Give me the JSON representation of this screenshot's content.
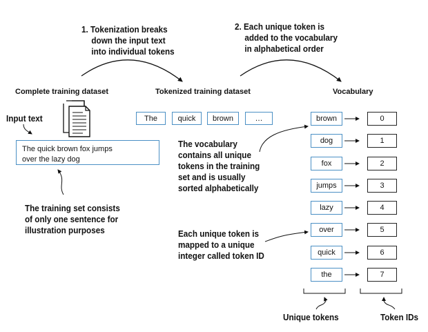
{
  "steps": {
    "step1": [
      "1. Tokenization breaks",
      "down the input text",
      "into individual tokens"
    ],
    "step2": [
      "2. Each unique token is",
      "added to the vocabulary",
      "in alphabetical order"
    ]
  },
  "headings": {
    "dataset": "Complete training dataset",
    "tokenized": "Tokenized training dataset",
    "vocabulary": "Vocabulary"
  },
  "input": {
    "label": "Input text",
    "text_lines": [
      "The quick brown fox jumps",
      "over the lazy dog"
    ]
  },
  "tokens": [
    "The",
    "quick",
    "brown",
    "…"
  ],
  "vocabulary": {
    "tokens": [
      "brown",
      "dog",
      "fox",
      "jumps",
      "lazy",
      "over",
      "quick",
      "the"
    ],
    "ids": [
      "0",
      "1",
      "2",
      "3",
      "4",
      "5",
      "6",
      "7"
    ]
  },
  "notes": {
    "vocab_note": [
      "The vocabulary",
      "contains all unique",
      "tokens in the training",
      "set and is usually",
      "sorted alphabetically"
    ],
    "training_note": [
      "The training set consists",
      "of only one sentence for",
      "illustration purposes"
    ],
    "mapping_note": [
      "Each unique token is",
      "mapped to a unique",
      "integer called token ID"
    ]
  },
  "footer": {
    "unique_tokens": "Unique tokens",
    "token_ids": "Token IDs"
  },
  "colors": {
    "box_border": "#4a8fc4",
    "id_border": "#222222",
    "text": "#111111"
  }
}
